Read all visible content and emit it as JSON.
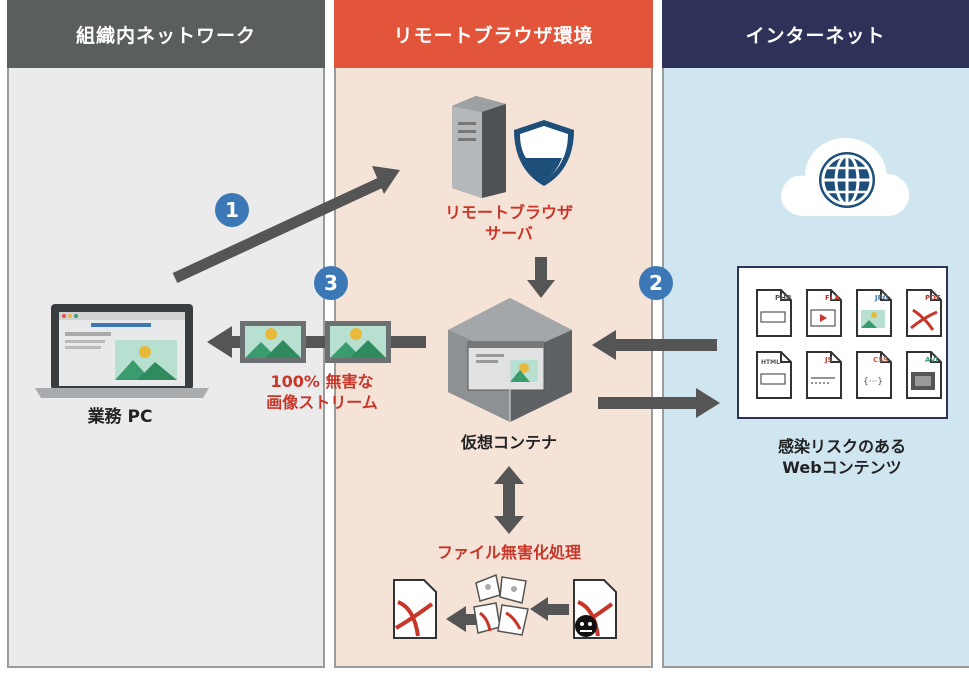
{
  "columns": {
    "internal": "組織内ネットワーク",
    "remote": "リモートブラウザ環境",
    "internet": "インターネット"
  },
  "labels": {
    "server_line1": "リモートブラウザ",
    "server_line2": "サーバ",
    "container": "仮想コンテナ",
    "sanitize": "ファイル無害化処理",
    "pc": "業務 PC",
    "stream_line1": "100% 無害な",
    "stream_line2": "画像ストリーム",
    "risk_line1": "感染リスクのある",
    "risk_line2": "Webコンテンツ"
  },
  "badges": [
    "1",
    "2",
    "3"
  ],
  "file_types": [
    "PHP",
    "FLA",
    "JPG",
    "PDF",
    "HTML",
    "JS",
    "CSS",
    "AVI"
  ],
  "colors": {
    "internal_header": "#5b5e5e",
    "remote_header": "#e2553b",
    "internet_header": "#2e3158",
    "badge": "#3c78b5",
    "arrow": "#555555",
    "accent_red": "#c8362a"
  },
  "icons": [
    "server-icon",
    "shield-icon",
    "globe-cloud-icon",
    "laptop-icon",
    "image-icon",
    "container-cube-icon",
    "file-icon",
    "malware-icon"
  ]
}
